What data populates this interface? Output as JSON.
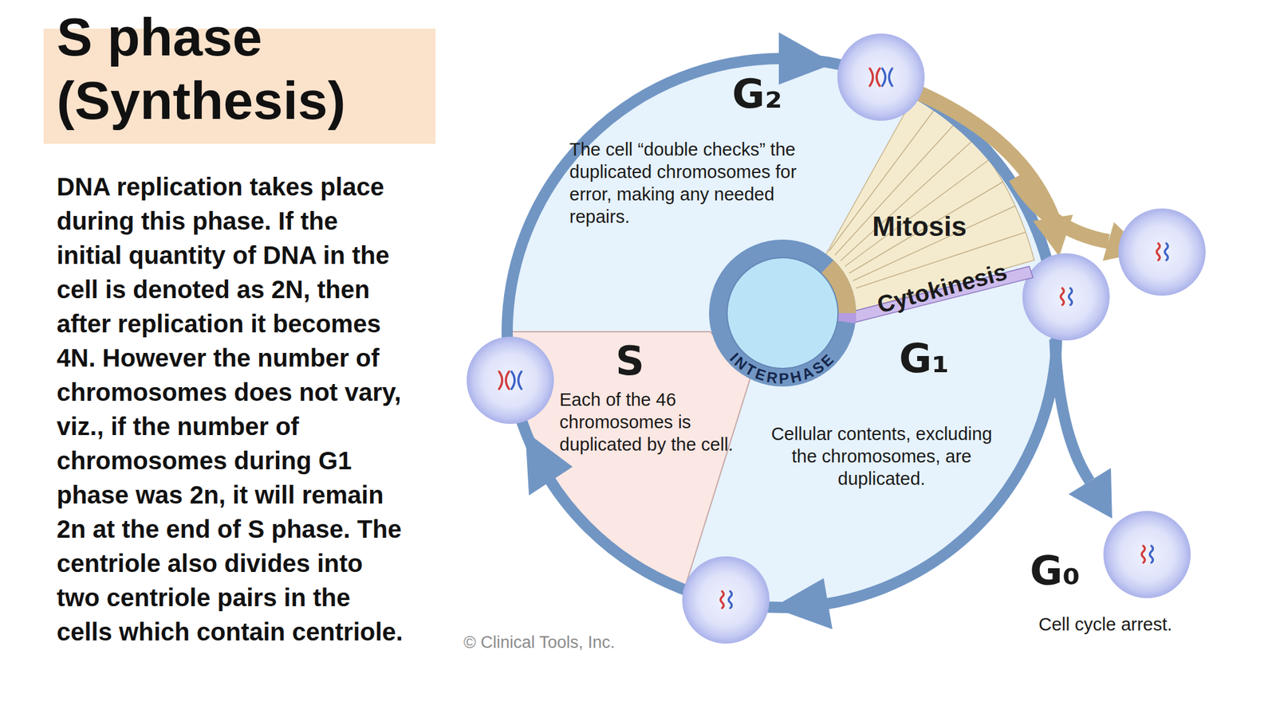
{
  "diagram": {
    "title": "S phase (Synthesis)",
    "nodes": [
      {
        "text": [
          "G₂",
          "The cell “double checks” the duplicated chromosomes for error, making any needed repairs."
        ]
      },
      {
        "text": [
          "Mitosis"
        ]
      },
      {
        "text": [
          "Cytokinesis"
        ]
      },
      {
        "text": [
          "S",
          "Each of the 46 chromosomes is duplicated by the cell."
        ]
      },
      {
        "text": [
          "G₁",
          "Cellular contents, excluding the chromosomes, are duplicated."
        ]
      },
      {
        "text": [
          "INTERPHASE"
        ]
      }
    ],
    "labels": [
      "DNA replication takes place during this phase. If the initial quantity of DNA in the cell is denoted as 2N, then after replication it becomes 4N. However the number of chromosomes does not vary, viz., if the number of chromosomes during G1 phase was 2n, it will remain 2n at the end of S phase. The centriole also divides into two centriole pairs in the cells which contain centriole.",
      "G₀",
      "Cell cycle arrest.",
      "© Clinical Tools, Inc."
    ]
  }
}
